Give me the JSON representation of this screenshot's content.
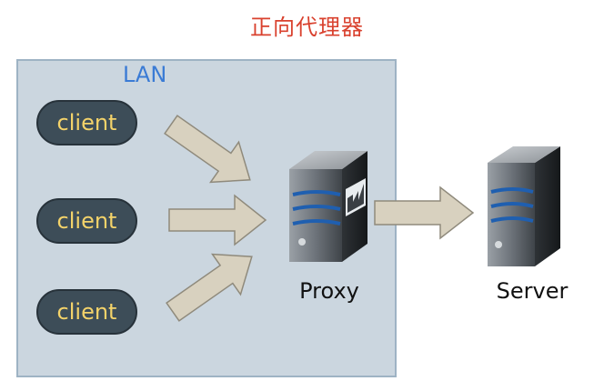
{
  "title": "正向代理器",
  "lan": {
    "label": "LAN"
  },
  "clients": [
    {
      "label": "client"
    },
    {
      "label": "client"
    },
    {
      "label": "client"
    }
  ],
  "proxy": {
    "label": "Proxy"
  },
  "server": {
    "label": "Server"
  },
  "colors": {
    "title": "#d9412e",
    "lan_label": "#3a7bd5",
    "lan_fill": "#cbd6df",
    "client_fill": "#3d4d58",
    "client_text": "#f4d36a",
    "arrow_fill": "#d8d1bf"
  }
}
